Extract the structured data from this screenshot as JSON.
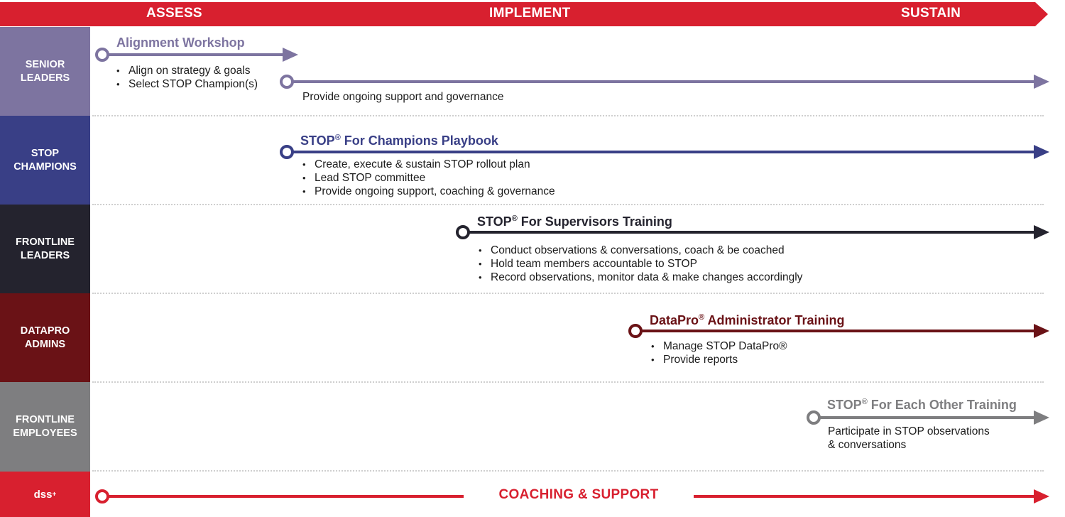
{
  "phases": {
    "assess": "ASSESS",
    "implement": "IMPLEMENT",
    "sustain": "SUSTAIN"
  },
  "colors": {
    "banner_red": "#d8202f",
    "senior": "#7d74a0",
    "champions": "#393f86",
    "frontline_leaders": "#24232e",
    "datapro": "#6a1216",
    "employees": "#7e7e80",
    "dss": "#d8202f"
  },
  "rows": {
    "senior": {
      "label_line1": "SENIOR",
      "label_line2": "LEADERS"
    },
    "champions": {
      "label_line1": "STOP",
      "label_line2": "CHAMPIONS"
    },
    "frontline_leaders": {
      "label_line1": "FRONTLINE",
      "label_line2": "LEADERS"
    },
    "datapro": {
      "label_line1": "DATAPRO",
      "label_line2": "ADMINS"
    },
    "employees": {
      "label_line1": "FRONTLINE",
      "label_line2": "EMPLOYEES"
    },
    "dss": {
      "label": "dss",
      "label_sup": "+"
    }
  },
  "tracks": {
    "alignment": {
      "title": "Alignment Workshop",
      "bullets": [
        "Align on strategy & goals",
        "Select STOP Champion(s)"
      ]
    },
    "governance": {
      "text": "Provide ongoing support and governance"
    },
    "champions": {
      "title": "STOP",
      "reg": "®",
      "title_rest": " For Champions Playbook",
      "bullets": [
        "Create, execute & sustain STOP rollout plan",
        "Lead STOP committee",
        "Provide ongoing support, coaching & governance"
      ]
    },
    "supervisors": {
      "title": "STOP",
      "reg": "®",
      "title_rest": " For Supervisors Training",
      "bullets": [
        "Conduct observations & conversations, coach & be coached",
        "Hold team members accountable to STOP",
        "Record observations, monitor data & make changes accordingly"
      ]
    },
    "datapro": {
      "title": "DataPro",
      "reg": "®",
      "title_rest": " Administrator Training",
      "bullets": [
        "Manage STOP DataPro®",
        "Provide reports"
      ]
    },
    "each_other": {
      "title": "STOP",
      "reg": "®",
      "title_rest": " For Each Other Training",
      "text_line1": "Participate in STOP observations",
      "text_line2": "& conversations"
    },
    "coaching": {
      "text": "COACHING & SUPPORT"
    }
  }
}
